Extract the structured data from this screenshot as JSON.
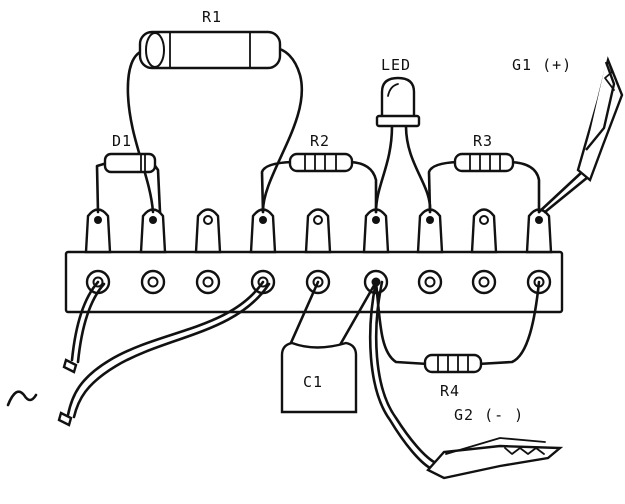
{
  "diagram": {
    "labels": {
      "r1": "R1",
      "d1": "D1",
      "r2": "R2",
      "led": "LED",
      "r3": "R3",
      "g1": "G1 (+)",
      "c1": "C1",
      "r4": "R4",
      "g2": "G2 (- )"
    },
    "terminal_count": 9
  }
}
